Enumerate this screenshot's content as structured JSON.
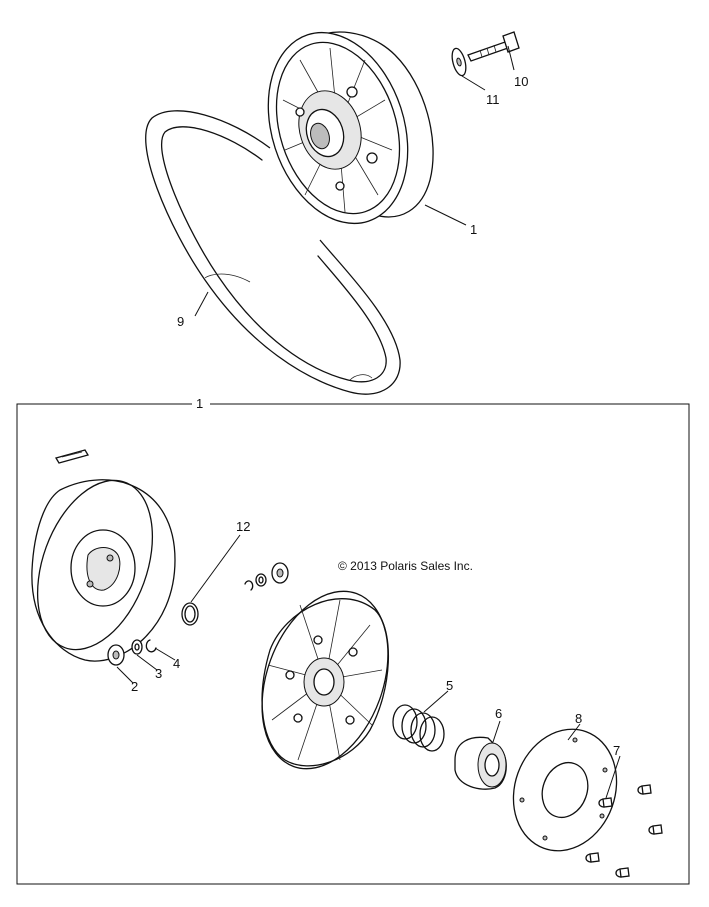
{
  "copyright": "© 2013 Polaris Sales Inc.",
  "callouts": {
    "driven_clutch_top": "1",
    "assembly_box": "1",
    "bearing": "2",
    "washer": "3",
    "retaining_ring": "4",
    "spring": "5",
    "cam": "6",
    "screw": "7",
    "cover_plate": "8",
    "drive_belt": "9",
    "bolt": "10",
    "bolt_washer": "11",
    "seal_ring": "12"
  }
}
